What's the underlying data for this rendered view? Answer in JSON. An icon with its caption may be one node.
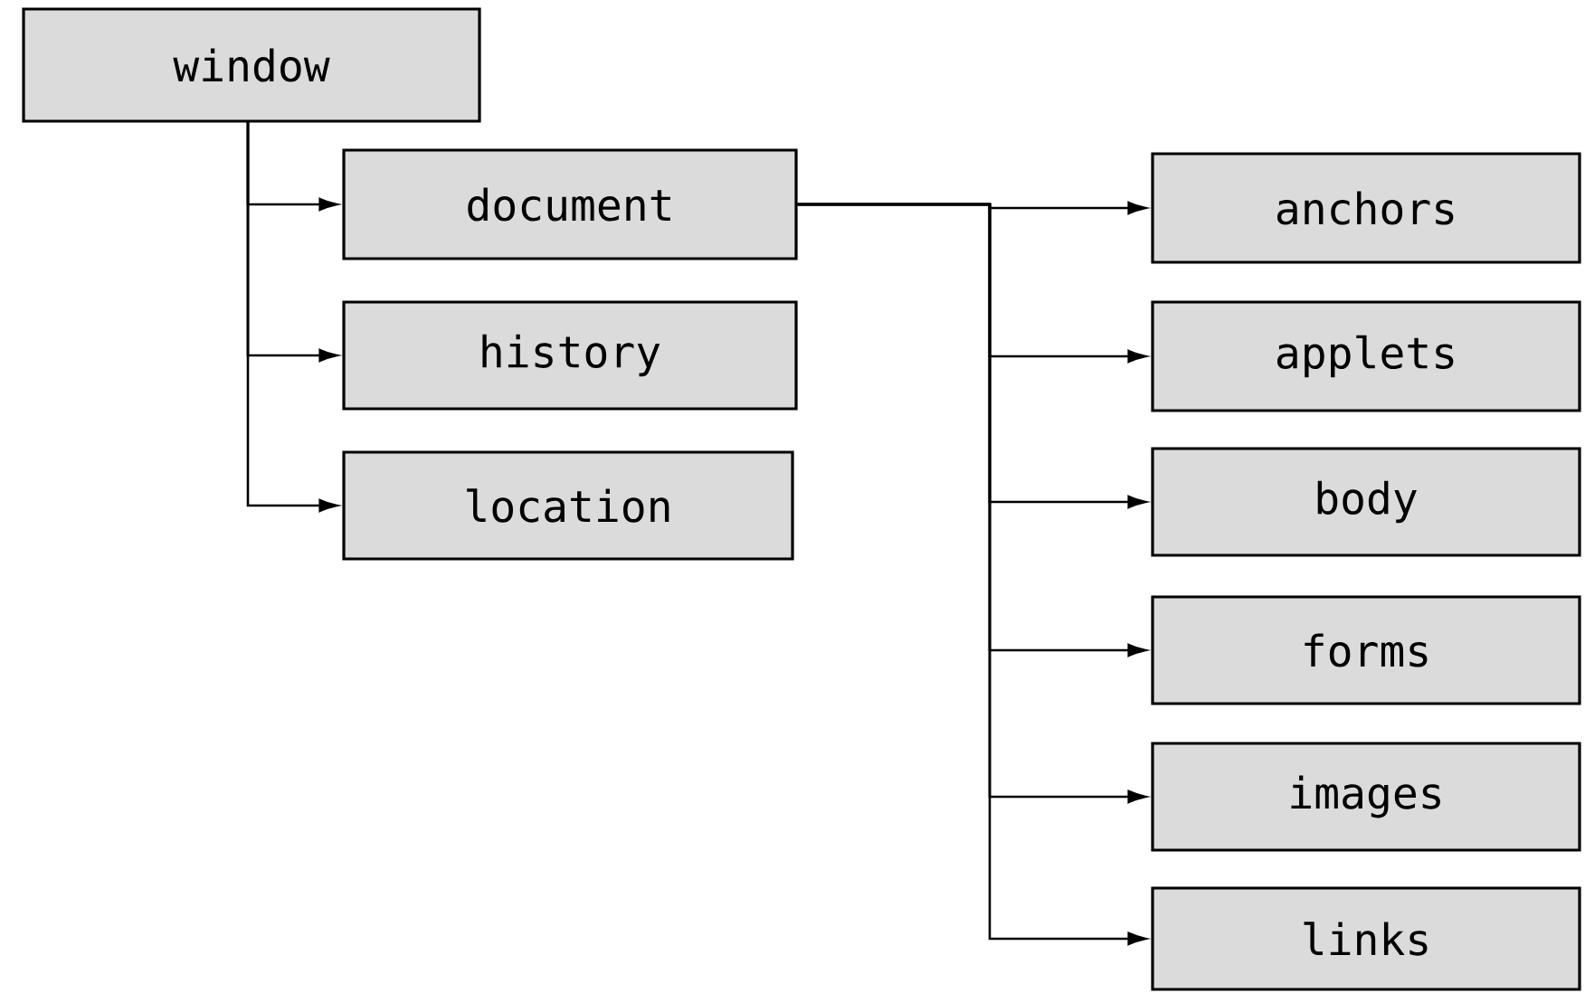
{
  "diagram": {
    "nodes": [
      {
        "text": [
          "window"
        ]
      },
      {
        "text": [
          "document"
        ]
      },
      {
        "text": [
          "history"
        ]
      },
      {
        "text": [
          "location"
        ]
      },
      {
        "text": [
          "anchors"
        ]
      },
      {
        "text": [
          "applets"
        ]
      },
      {
        "text": [
          "body"
        ]
      },
      {
        "text": [
          "forms"
        ]
      },
      {
        "text": [
          "images"
        ]
      },
      {
        "text": [
          "links"
        ]
      }
    ],
    "edges": [
      {
        "from": 0,
        "to": 1,
        "arrow": "to"
      },
      {
        "from": 0,
        "to": 2,
        "arrow": "to"
      },
      {
        "from": 0,
        "to": 3,
        "arrow": "to"
      },
      {
        "from": 1,
        "to": 4,
        "arrow": "to"
      },
      {
        "from": 1,
        "to": 5,
        "arrow": "to"
      },
      {
        "from": 1,
        "to": 6,
        "arrow": "to"
      },
      {
        "from": 1,
        "to": 7,
        "arrow": "to"
      },
      {
        "from": 1,
        "to": 8,
        "arrow": "to"
      },
      {
        "from": 1,
        "to": 9,
        "arrow": "to"
      }
    ]
  }
}
